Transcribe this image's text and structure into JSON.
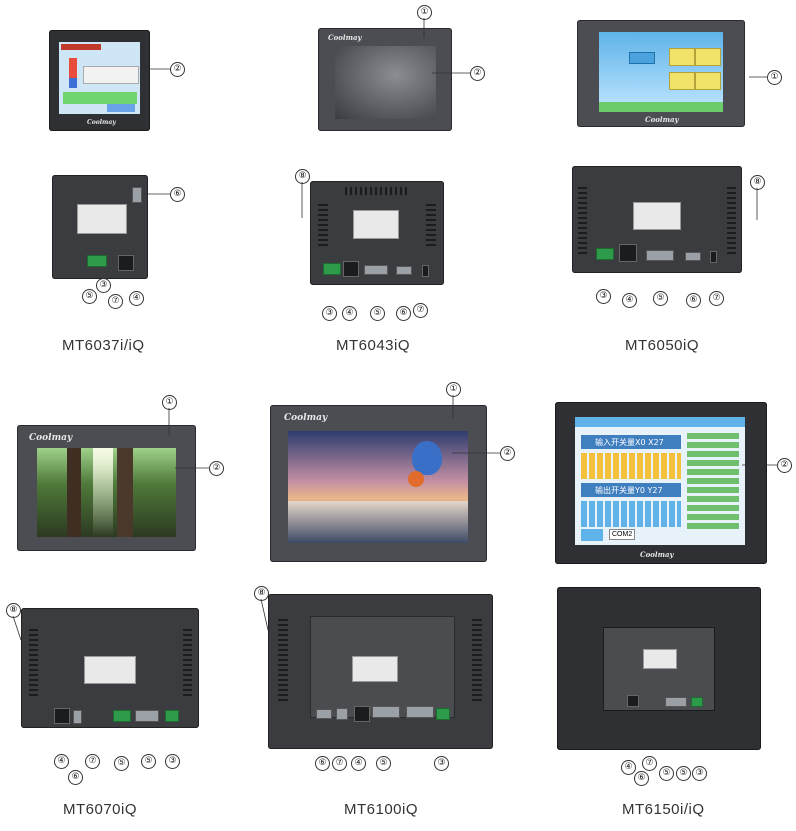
{
  "models": [
    {
      "id": "mt6037",
      "name": "MT6037i/iQ"
    },
    {
      "id": "mt6043",
      "name": "MT6043iQ"
    },
    {
      "id": "mt6050",
      "name": "MT6050iQ"
    },
    {
      "id": "mt6070",
      "name": "MT6070iQ"
    },
    {
      "id": "mt6100",
      "name": "MT6100iQ"
    },
    {
      "id": "mt6150",
      "name": "MT6150i/iQ"
    }
  ],
  "brand": "Coolmay",
  "callouts": {
    "n1": "①",
    "n2": "②",
    "n3": "③",
    "n4": "④",
    "n5": "⑤",
    "n6": "⑥",
    "n7": "⑦",
    "n8": "⑧"
  },
  "screen_text": {
    "mt6150_line1": "输入开关量X0 X27",
    "mt6150_line2": "输出开关量Y0 Y27",
    "mt6150_btn": "COM2"
  },
  "colors": {
    "bezel": "#4b4d52",
    "back": "#3a3c40",
    "terminal": "#2e9b4a",
    "sky": "#5fb3e8"
  }
}
